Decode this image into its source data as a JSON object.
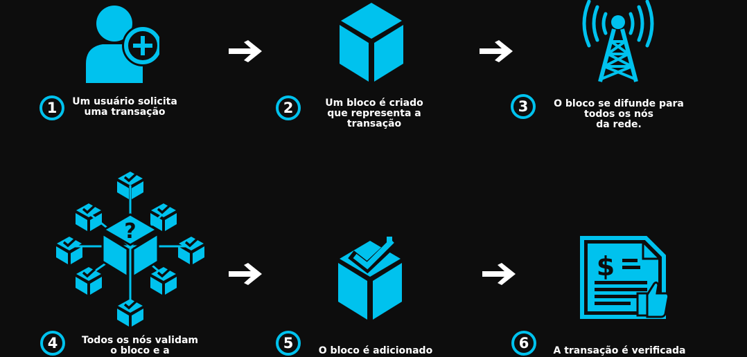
{
  "colors": {
    "accent": "#00c2ee",
    "background": "#0d0d0d",
    "text": "#ffffff"
  },
  "steps": [
    {
      "number": "1",
      "caption": "Um usuário solicita\numa transação",
      "icon": "user-add-icon"
    },
    {
      "number": "2",
      "caption": "Um bloco é criado\nque representa a\ntransação",
      "icon": "cube-icon"
    },
    {
      "number": "3",
      "caption": "O bloco se difunde para\ntodos os nós\nda rede.",
      "icon": "broadcast-tower-icon"
    },
    {
      "number": "4",
      "caption": "Todos os nós validam\no bloco e a",
      "icon": "network-validation-icon"
    },
    {
      "number": "5",
      "caption": "O bloco é adicionado",
      "icon": "cube-check-icon"
    },
    {
      "number": "6",
      "caption": "A transação é verificada",
      "icon": "invoice-approved-icon"
    }
  ],
  "arrows": [
    "arrow-right-icon",
    "arrow-right-icon",
    "arrow-right-icon",
    "arrow-right-icon"
  ]
}
